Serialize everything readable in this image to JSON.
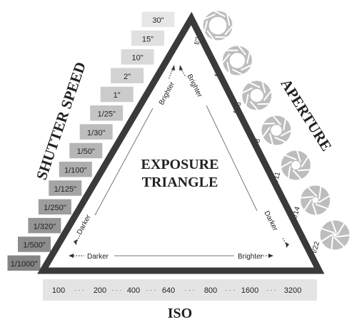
{
  "diagram": {
    "title_line1": "EXPOSURE",
    "title_line2": "TRIANGLE",
    "shutter": {
      "heading": "SHUTTER SPEED",
      "speeds": [
        "30\"",
        "15\"",
        "10\"",
        "2\"",
        "1\"",
        "1/25\"",
        "1/30\"",
        "1/50\"",
        "1/100\"",
        "1/125\"",
        "1/250\"",
        "1/320\"",
        "1/500\"",
        "1/1000\""
      ],
      "shades": [
        "#e7e7e7",
        "#e0e0e0",
        "#d9d9d9",
        "#d2d2d2",
        "#cbcbcb",
        "#c4c4c4",
        "#bdbdbd",
        "#b5b5b5",
        "#adadad",
        "#a5a5a5",
        "#9d9d9d",
        "#959595",
        "#8d8d8d",
        "#858585"
      ]
    },
    "aperture": {
      "heading": "APERTURE",
      "stops": [
        "f/2.8",
        "f/4",
        "f5.6",
        "f/8",
        "f/11",
        "f/14",
        "f/22"
      ]
    },
    "iso": {
      "heading": "ISO",
      "values": [
        "100",
        "200",
        "400",
        "640",
        "800",
        "1600",
        "3200"
      ],
      "separator": "· · ·"
    },
    "arrows": {
      "left_top": "Brighter",
      "left_bottom": "Darker",
      "right_top": "Brighter",
      "right_bottom": "Darker",
      "bottom_left": "Darker",
      "bottom_right": "Brighter"
    },
    "colors": {
      "triangle": "#3a3a3a",
      "iso_band": "#e4e4e4",
      "aperture_fill": "#bdbdbd",
      "text": "#222222"
    }
  }
}
